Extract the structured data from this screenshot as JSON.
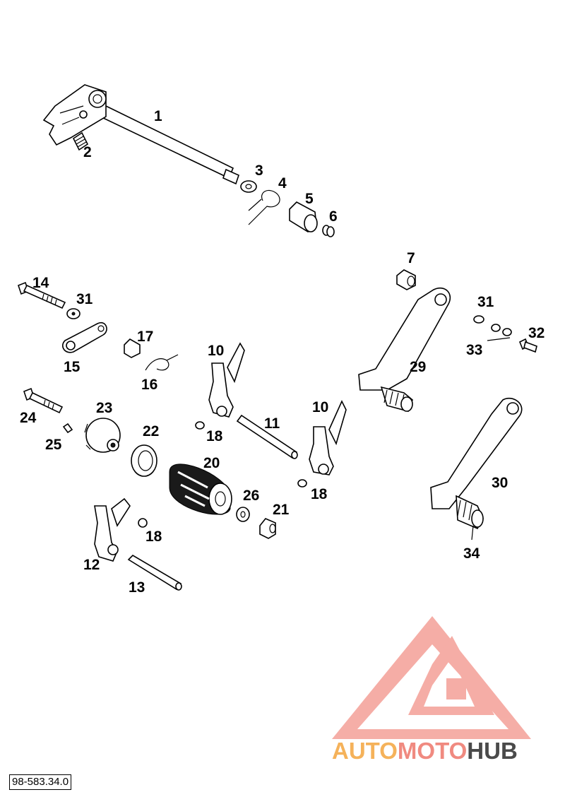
{
  "parts_labels": [
    "1",
    "2",
    "3",
    "4",
    "5",
    "6",
    "7",
    "10",
    "10",
    "11",
    "12",
    "13",
    "14",
    "15",
    "16",
    "17",
    "18",
    "18",
    "18",
    "20",
    "21",
    "22",
    "23",
    "24",
    "25",
    "26",
    "29",
    "30",
    "31",
    "31",
    "32",
    "33",
    "34"
  ],
  "diagram_code": "98-583.34.0",
  "watermark": {
    "auto": "AUTO",
    "moto": "MOTO",
    "hub": "HUB",
    "colors": {
      "auto": "#f5b25a",
      "moto": "#f08a80",
      "hub": "#4a4a4a",
      "logo": "#f08a80"
    }
  }
}
